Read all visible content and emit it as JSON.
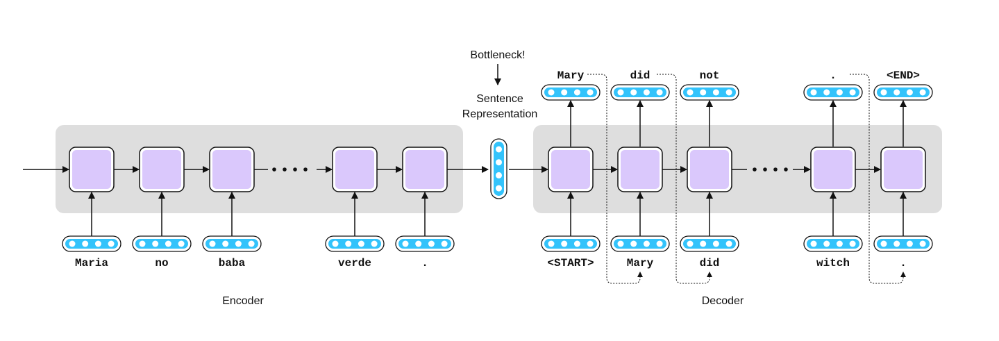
{
  "annotations": {
    "bottleneck": "Bottleneck!",
    "sentence_rep_line1": "Sentence",
    "sentence_rep_line2": "Representation",
    "encoder_label": "Encoder",
    "decoder_label": "Decoder"
  },
  "encoder": {
    "inputs": [
      "Maria",
      "no",
      "baba",
      "verde",
      "."
    ]
  },
  "decoder": {
    "inputs": [
      "<START>",
      "Mary",
      "did",
      "witch",
      "."
    ],
    "outputs": [
      "Mary",
      "did",
      "not",
      ".",
      "<END>"
    ],
    "feedback_links": [
      [
        0,
        1
      ],
      [
        1,
        2
      ],
      [
        3,
        4
      ]
    ]
  },
  "colors": {
    "panel": "#dedede",
    "cell_fill": "#dac8fc",
    "vector_fill": "#33c3fb",
    "ink": "#111111"
  }
}
